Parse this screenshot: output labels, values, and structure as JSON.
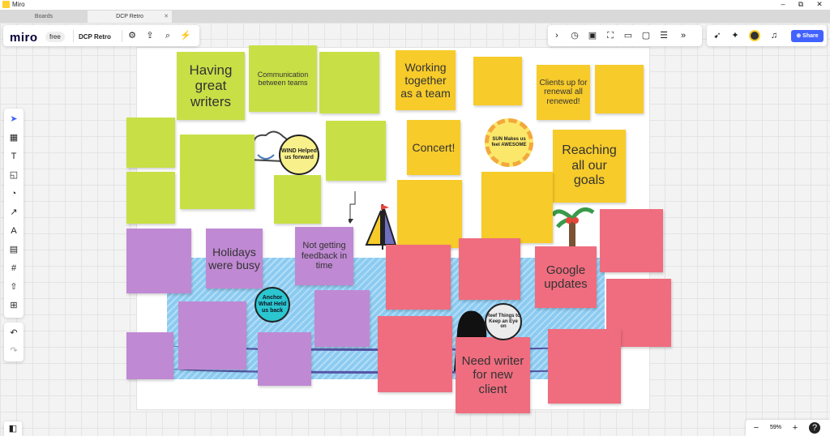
{
  "window": {
    "title": "Miro",
    "min": "–",
    "restore": "⧉",
    "close": "✕"
  },
  "tabs": [
    {
      "label": "Boards"
    },
    {
      "label": "DCP Retro"
    }
  ],
  "toolbar": {
    "brand": "miro",
    "plan": "free",
    "board_title": "DCP Retro"
  },
  "share_label": "Share",
  "zoom": {
    "level": "59%",
    "minus": "−",
    "plus": "+",
    "help": "?"
  },
  "notes": {
    "having_great_writers": "Having great writers",
    "communication": "Communication between teams",
    "working_together": "Working together as a team",
    "clients_up": "Clients up for renewal all renewed!",
    "concert": "Concert!",
    "reaching_goals": "Reaching all our goals",
    "holidays_busy": "Holidays were busy",
    "not_getting_feedback": "Not getting feedback in time",
    "google_updates": "Google updates",
    "need_writer": "Need writer for new client"
  },
  "bubbles": {
    "wind": "WIND Helped us forward",
    "sun": "SUN Makes us feel AWESOME",
    "anchor": "Anchor What Held us back",
    "reef": "Reef Things to Keep an Eye on"
  },
  "colors": {
    "green": "#c8e046",
    "yellow": "#f7cb2a",
    "purple": "#c089d3",
    "pink": "#ef6d7f",
    "accent": "#4262ff"
  }
}
